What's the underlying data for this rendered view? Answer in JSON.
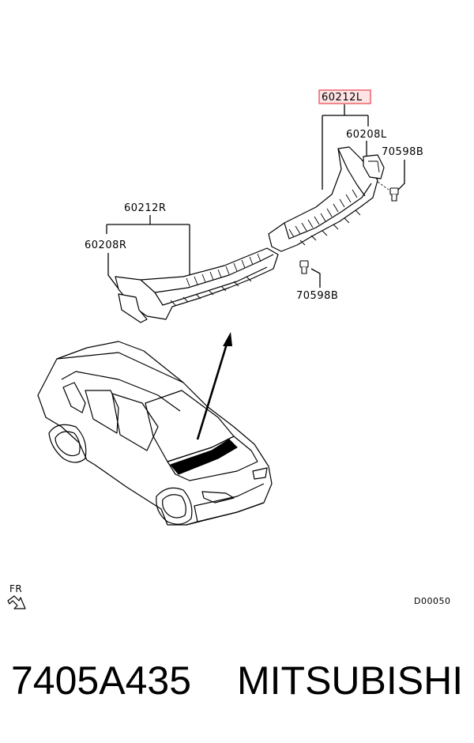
{
  "labels": {
    "highlighted_part": "60212L",
    "part_60208L": "60208L",
    "part_70598B_top": "70598B",
    "part_60212R": "60212R",
    "part_60208R": "60208R",
    "part_70598B_bottom": "70598B",
    "direction": "FR",
    "diagram_code": "D00050"
  },
  "footer": {
    "part_number": "7405A435",
    "brand": "MITSUBISHI"
  },
  "colors": {
    "highlight": "#e8414b",
    "highlight_fill": "#fde3e3",
    "line": "#000000"
  }
}
